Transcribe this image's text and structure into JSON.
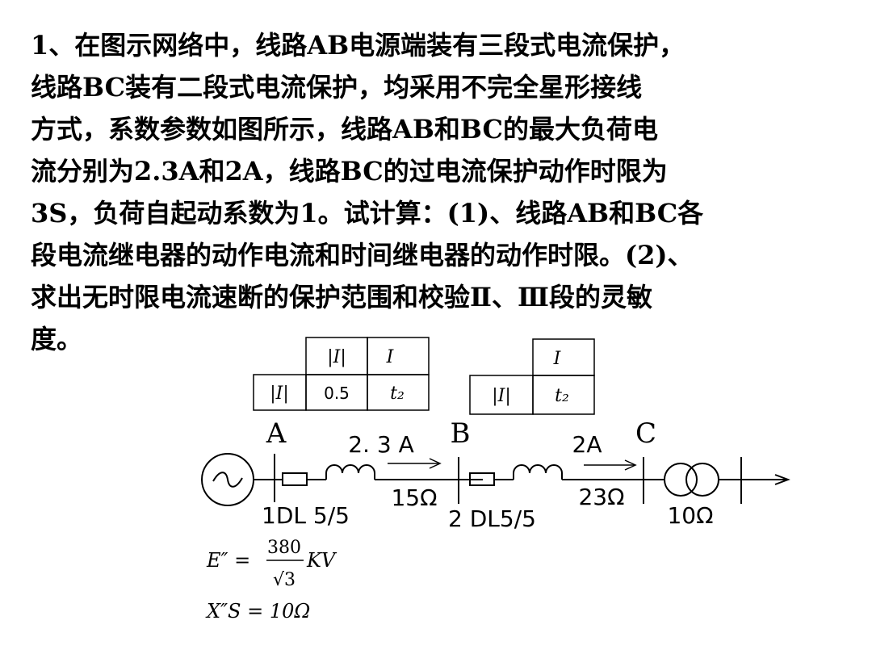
{
  "problem": {
    "lines": [
      "1、在图示网络中，线路AB电源端装有三段式电流保护，",
      "线路BC装有二段式电流保护，均采用不完全星形接线",
      "方式，系数参数如图所示，线路AB和BC的最大负荷电",
      "流分别为2.3A和2A，线路BC的过电流保护动作时限为",
      "3S，负荷自起动系数为1。试计算：(1)、线路AB和BC各",
      "段电流继电器的动作电流和时间继电器的动作时限。(2)、",
      "求出无时限电流速断的保护范围和校验Ⅱ、Ⅲ段的灵敏",
      "度。"
    ]
  },
  "table_a": {
    "r1c2": "|I|",
    "r1c3": "I",
    "r2c1": "|I|",
    "r2c2": "0.5",
    "r2c3": "t₂"
  },
  "table_b": {
    "r1c2": "I",
    "r2c1": "|I|",
    "r2c2": "t₂"
  },
  "circuit": {
    "node_a": "A",
    "node_b": "B",
    "node_c": "C",
    "load_ab": "2. 3 A",
    "load_bc": "2A",
    "z_ab": "15Ω",
    "z_bc": "23Ω",
    "z_tr": "10Ω",
    "breaker_1": "1DL 5/5",
    "breaker_2": "2 DL5/5"
  },
  "params": {
    "e_lhs": "E″ =",
    "e_num": "380",
    "e_den": "√3",
    "e_unit": "KV",
    "xs": "X″S = 10Ω"
  }
}
